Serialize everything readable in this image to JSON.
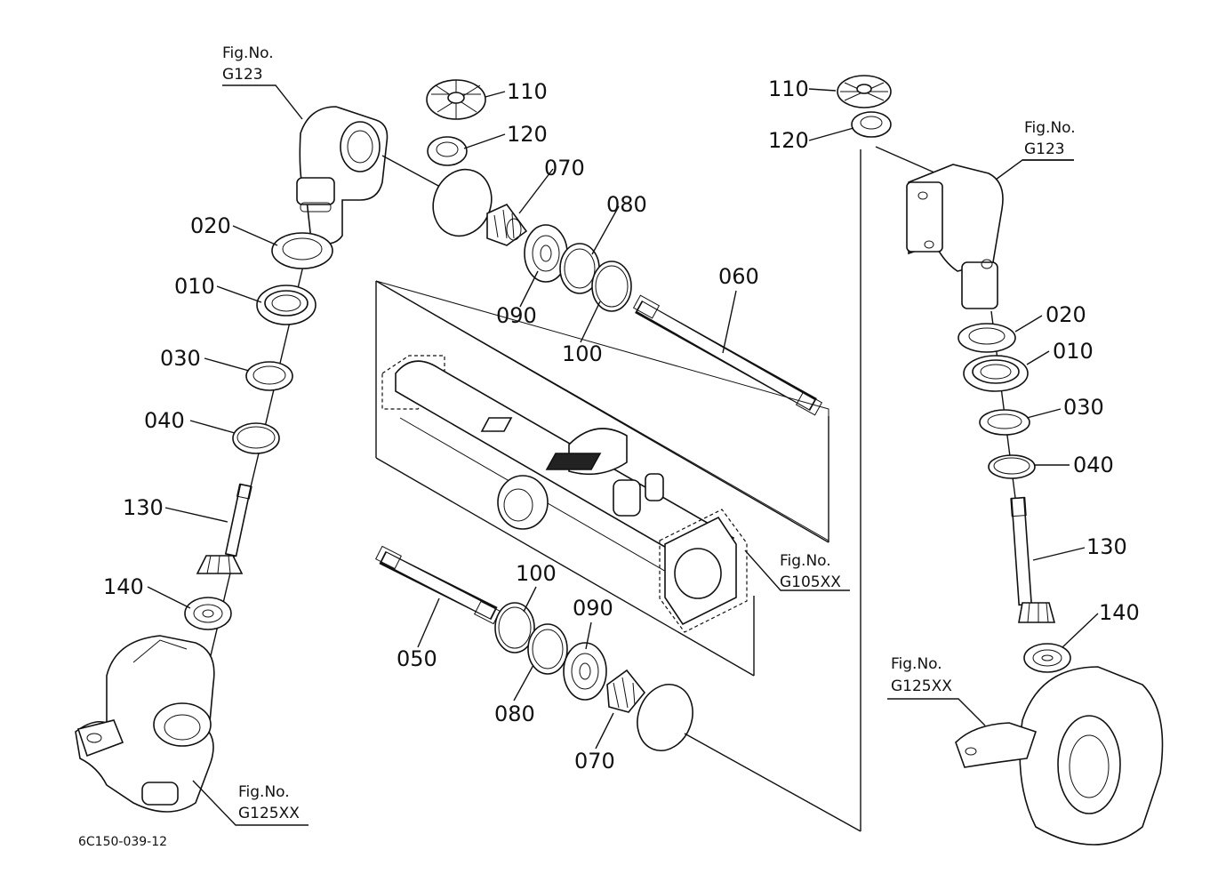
{
  "diagram_code": "6C150-039-12",
  "fig_refs": {
    "g123_left": {
      "line1": "Fig.No.",
      "line2": "G123"
    },
    "g123_right": {
      "line1": "Fig.No.",
      "line2": "G123"
    },
    "g105": {
      "line1": "Fig.No.",
      "line2": "G105XX"
    },
    "g125_left": {
      "line1": "Fig.No.",
      "line2": "G125XX"
    },
    "g125_right": {
      "line1": "Fig.No.",
      "line2": "G125XX"
    }
  },
  "callouts": {
    "left": {
      "p020": "020",
      "p010": "010",
      "p030": "030",
      "p040": "040",
      "p130": "130",
      "p140": "140"
    },
    "upper": {
      "p110": "110",
      "p120": "120",
      "p070": "070",
      "p080": "080",
      "p090": "090",
      "p100": "100",
      "p060": "060"
    },
    "lower": {
      "p100": "100",
      "p090": "090",
      "p050": "050",
      "p080": "080",
      "p070": "070"
    },
    "right": {
      "p110": "110",
      "p120": "120",
      "p020": "020",
      "p010": "010",
      "p030": "030",
      "p040": "040",
      "p130": "130",
      "p140": "140"
    }
  }
}
